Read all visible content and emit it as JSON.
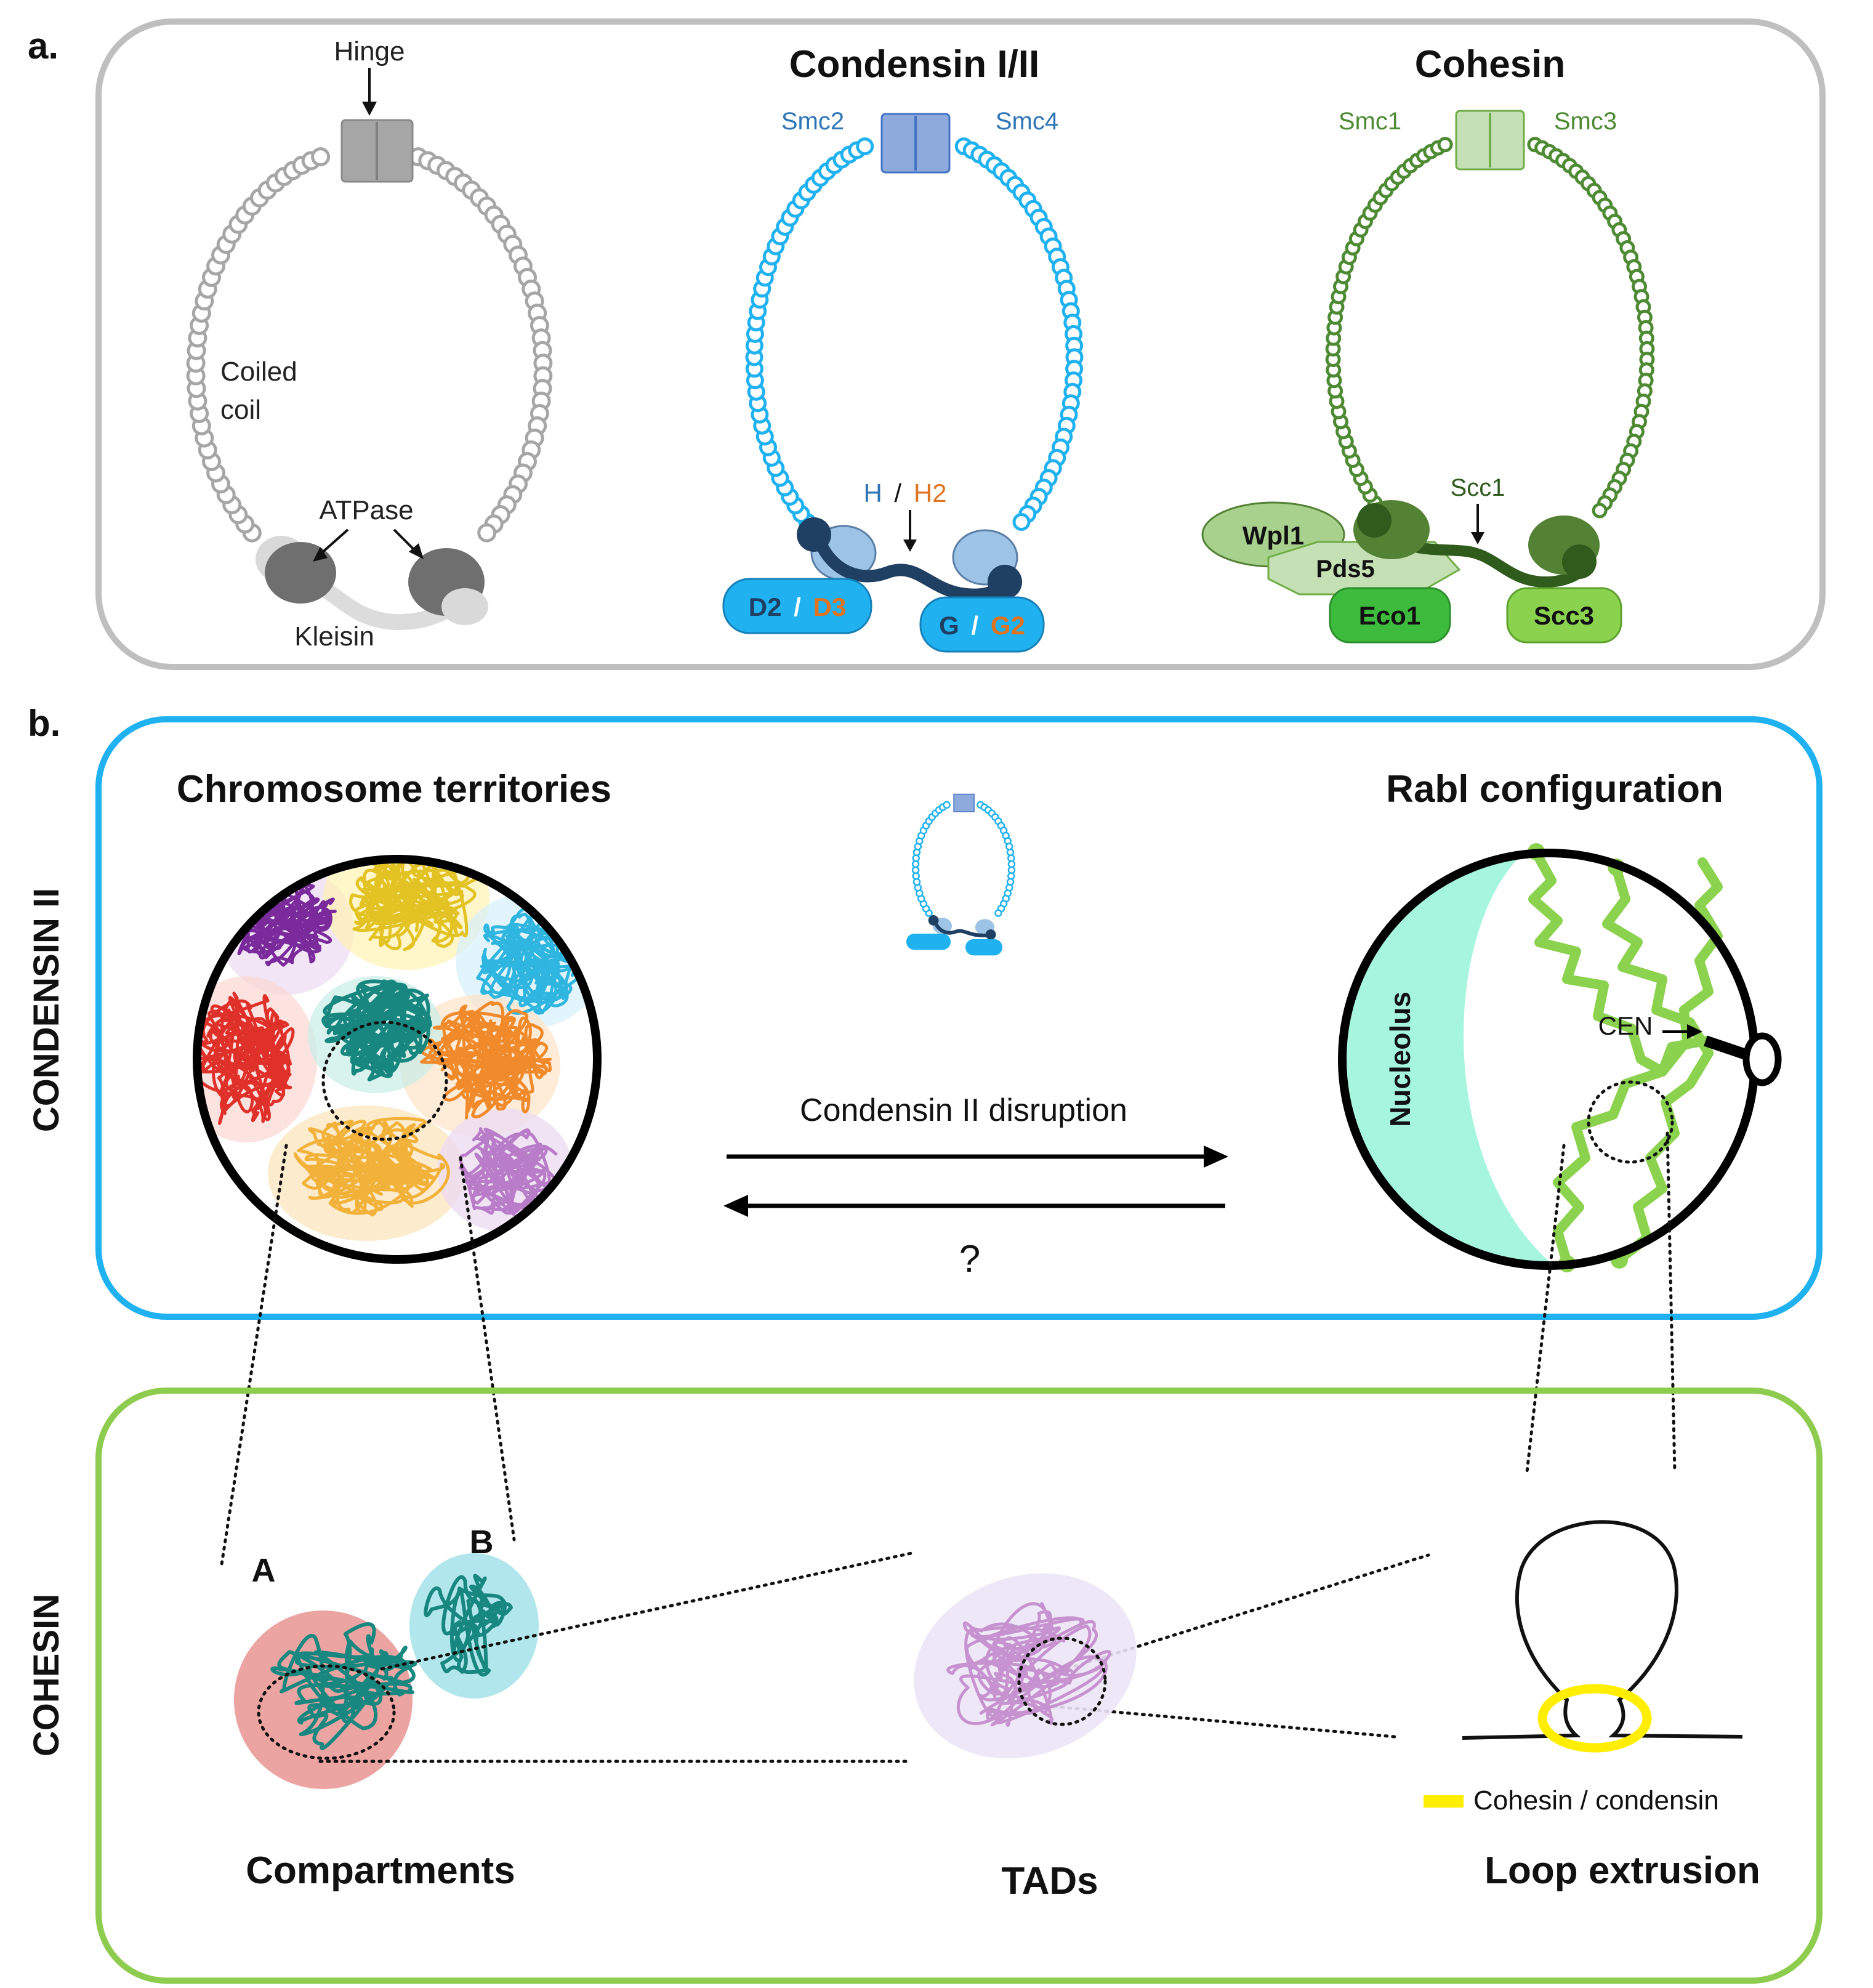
{
  "panel_a": {
    "label": "a.",
    "generic": {
      "hinge": "Hinge",
      "coiled_coil_line1": "Coiled",
      "coiled_coil_line2": "coil",
      "atpase": "ATPase",
      "kleisin": "Kleisin"
    },
    "condensin": {
      "title": "Condensin I/II",
      "smc_left": "Smc2",
      "smc_right": "Smc4",
      "kleisin_a": "H",
      "slash": "/",
      "kleisin_b": "H2",
      "left_sub_a": "D2",
      "left_sub_b": "D3",
      "right_sub_a": "G",
      "right_sub_b": "G2"
    },
    "cohesin": {
      "title": "Cohesin",
      "smc_left": "Smc1",
      "smc_right": "Smc3",
      "kleisin": "Scc1",
      "wapl": "Wpl1",
      "pds5": "Pds5",
      "eco1": "Eco1",
      "scc3": "Scc3"
    }
  },
  "panel_b": {
    "label": "b.",
    "condensin_side_label": "CONDENSIN II",
    "cohesin_side_label": "COHESIN",
    "territories_title": "Chromosome territories",
    "rabl_title": "Rabl configuration",
    "disruption_label": "Condensin II disruption",
    "question": "?",
    "nucleolus": "Nucleolus",
    "cen": "CEN",
    "compartment_a": "A",
    "compartment_b": "B",
    "compartments": "Compartments",
    "tads": "TADs",
    "loop_extrusion": "Loop extrusion",
    "legend_item": "Cohesin / condensin"
  },
  "colors": {
    "generic_grey": "#a6a6a6",
    "condensin_blue": "#1fb1f0",
    "condensin_dark": "#1f3f63",
    "kleisin_orange": "#e0731f",
    "cohesin_green": "#4e8a33",
    "cohesin_dark": "#2f5c1d",
    "panel_a_border": "#bfbfbf",
    "condensin_panel_border": "#1fb1f0",
    "cohesin_panel_border": "#8dcc4e",
    "nucleolus": "#a6f5dd",
    "extrusion_ring": "#ffee00"
  }
}
